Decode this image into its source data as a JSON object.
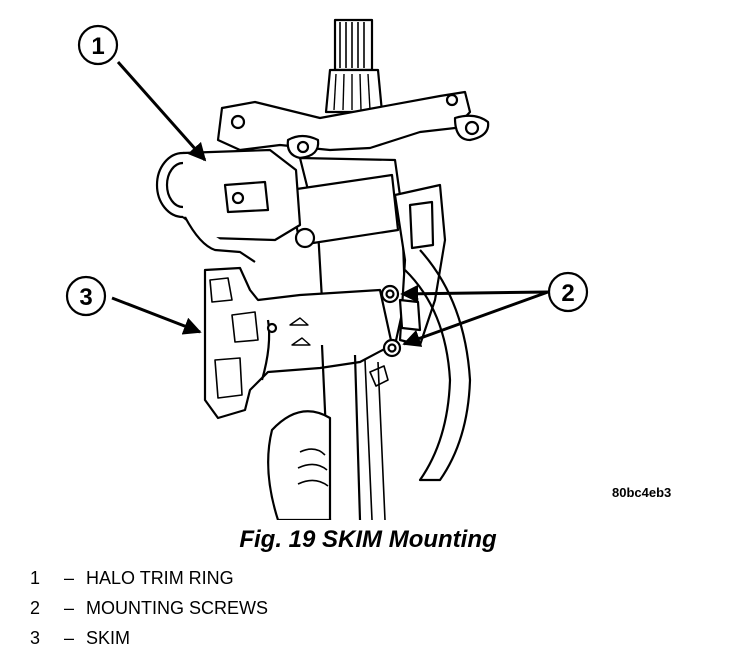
{
  "figure": {
    "callouts": [
      {
        "number": "1"
      },
      {
        "number": "2"
      },
      {
        "number": "3"
      }
    ],
    "image_code": "80bc4eb3"
  },
  "caption": "Fig. 19 SKIM Mounting",
  "legend": [
    {
      "number": "1",
      "dash": "–",
      "label": "HALO TRIM RING"
    },
    {
      "number": "2",
      "dash": "–",
      "label": "MOUNTING SCREWS"
    },
    {
      "number": "3",
      "dash": "–",
      "label": "SKIM"
    }
  ]
}
